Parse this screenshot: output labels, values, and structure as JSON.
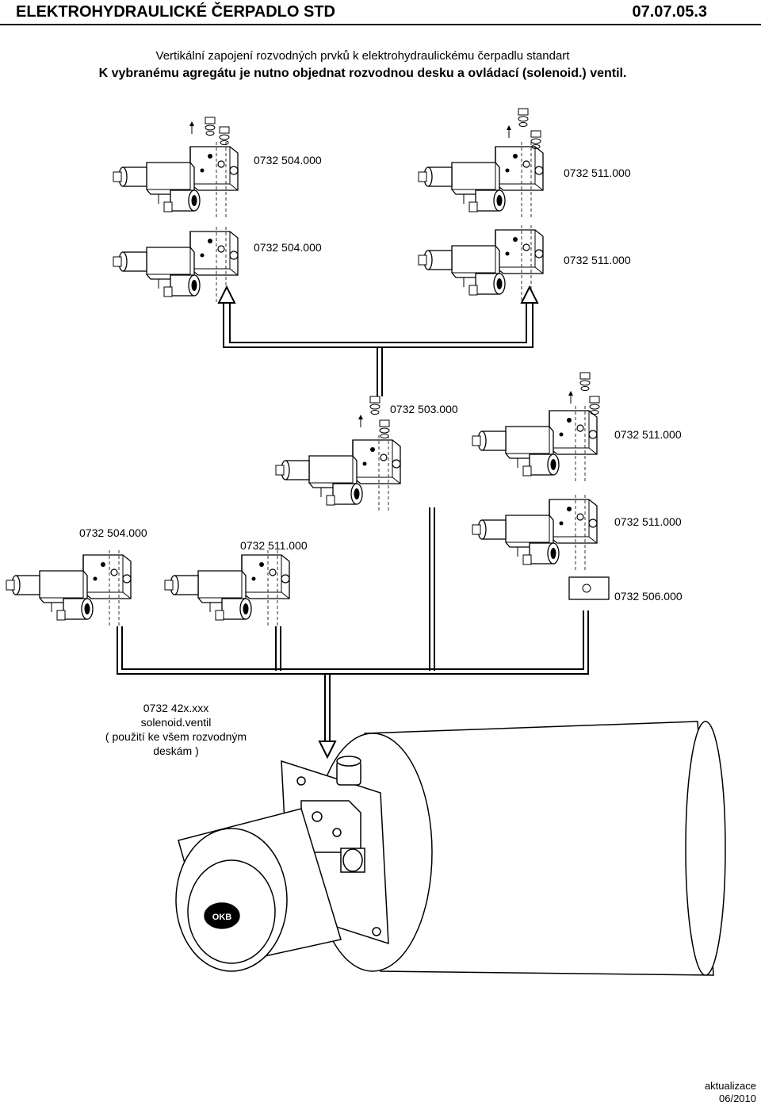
{
  "header": {
    "title": "ELEKTROHYDRAULICKÉ ČERPADLO STD",
    "code": "07.07.05.3"
  },
  "subtitle": {
    "line1": "Vertikální zapojení rozvodných prvků k elektrohydraulickému čerpadlu standart",
    "line2": "K vybranému agregátu je nutno objednat rozvodnou desku a ovládací (solenoid.) ventil."
  },
  "labels": {
    "a1": "0732 504.000",
    "a2": "0732 504.000",
    "b1": "0732 511.000",
    "b2": "0732 511.000",
    "c1": "0732 503.000",
    "c2": "0732 511.000",
    "d1": "0732 504.000",
    "d2": "0732 511.000",
    "e1": "0732 511.000",
    "e2": "0732 506.000"
  },
  "pump_label": {
    "line1": "0732 42x.xxx",
    "line2": "solenoid.ventil",
    "line3": "( použití ke všem rozvodným",
    "line4": "deskám )"
  },
  "motor_logo": "OKB",
  "footer": {
    "line1": "aktualizace",
    "line2": "06/2010"
  }
}
